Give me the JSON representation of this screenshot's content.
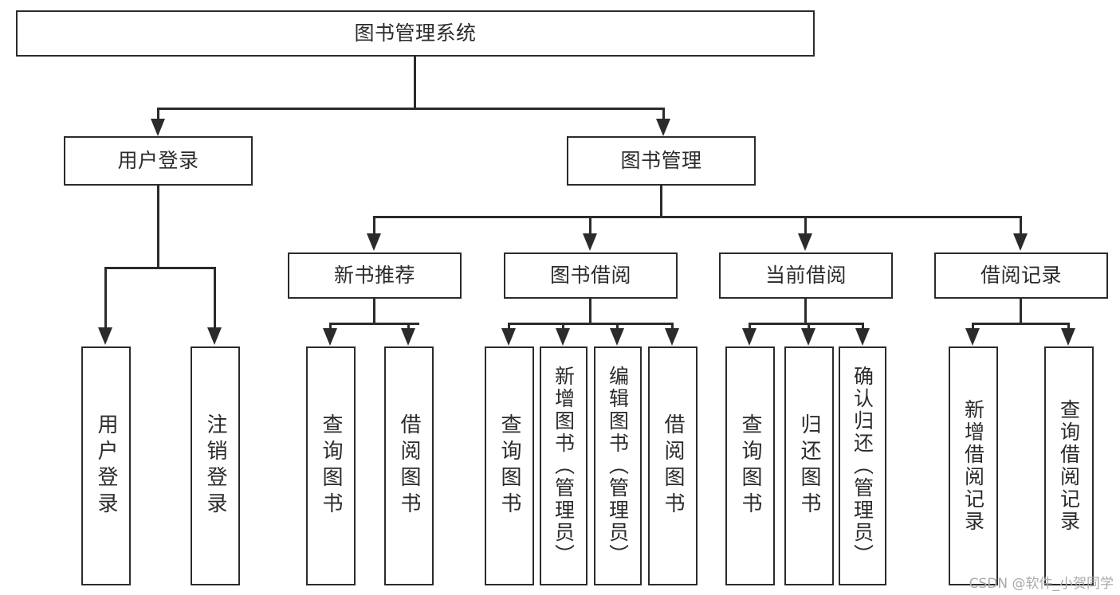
{
  "diagram": {
    "title": "图书管理系统",
    "type": "hierarchy-tree",
    "root": {
      "label": "图书管理系统"
    },
    "level1": [
      {
        "id": "user-login",
        "label": "用户登录"
      },
      {
        "id": "book-management",
        "label": "图书管理"
      }
    ],
    "level2": [
      {
        "id": "new-book-recommend",
        "label": "新书推荐",
        "parent": "book-management"
      },
      {
        "id": "book-borrow",
        "label": "图书借阅",
        "parent": "book-management"
      },
      {
        "id": "current-borrow",
        "label": "当前借阅",
        "parent": "book-management"
      },
      {
        "id": "borrow-record",
        "label": "借阅记录",
        "parent": "book-management"
      }
    ],
    "leaves": {
      "user-login": [
        {
          "id": "leaf-user-login",
          "label": "用户登录"
        },
        {
          "id": "leaf-logout",
          "label": "注销登录"
        }
      ],
      "new-book-recommend": [
        {
          "id": "leaf-query-book-1",
          "label": "查询图书"
        },
        {
          "id": "leaf-borrow-book-1",
          "label": "借阅图书"
        }
      ],
      "book-borrow": [
        {
          "id": "leaf-query-book-2",
          "label": "查询图书"
        },
        {
          "id": "leaf-add-book",
          "label": "新增图书（管理员）"
        },
        {
          "id": "leaf-edit-book",
          "label": "编辑图书（管理员）"
        },
        {
          "id": "leaf-borrow-book-2",
          "label": "借阅图书"
        }
      ],
      "current-borrow": [
        {
          "id": "leaf-query-book-3",
          "label": "查询图书"
        },
        {
          "id": "leaf-return-book",
          "label": "归还图书"
        },
        {
          "id": "leaf-confirm-return",
          "label": "确认归还（管理员）"
        }
      ],
      "borrow-record": [
        {
          "id": "leaf-add-record",
          "label": "新增借阅记录"
        },
        {
          "id": "leaf-query-record",
          "label": "查询借阅记录"
        }
      ]
    }
  },
  "watermark": {
    "text": "CSDN @软件_小贺同学"
  },
  "colors": {
    "stroke": "#2b2b2b",
    "background": "#ffffff",
    "watermark": "#a9a9a9"
  }
}
